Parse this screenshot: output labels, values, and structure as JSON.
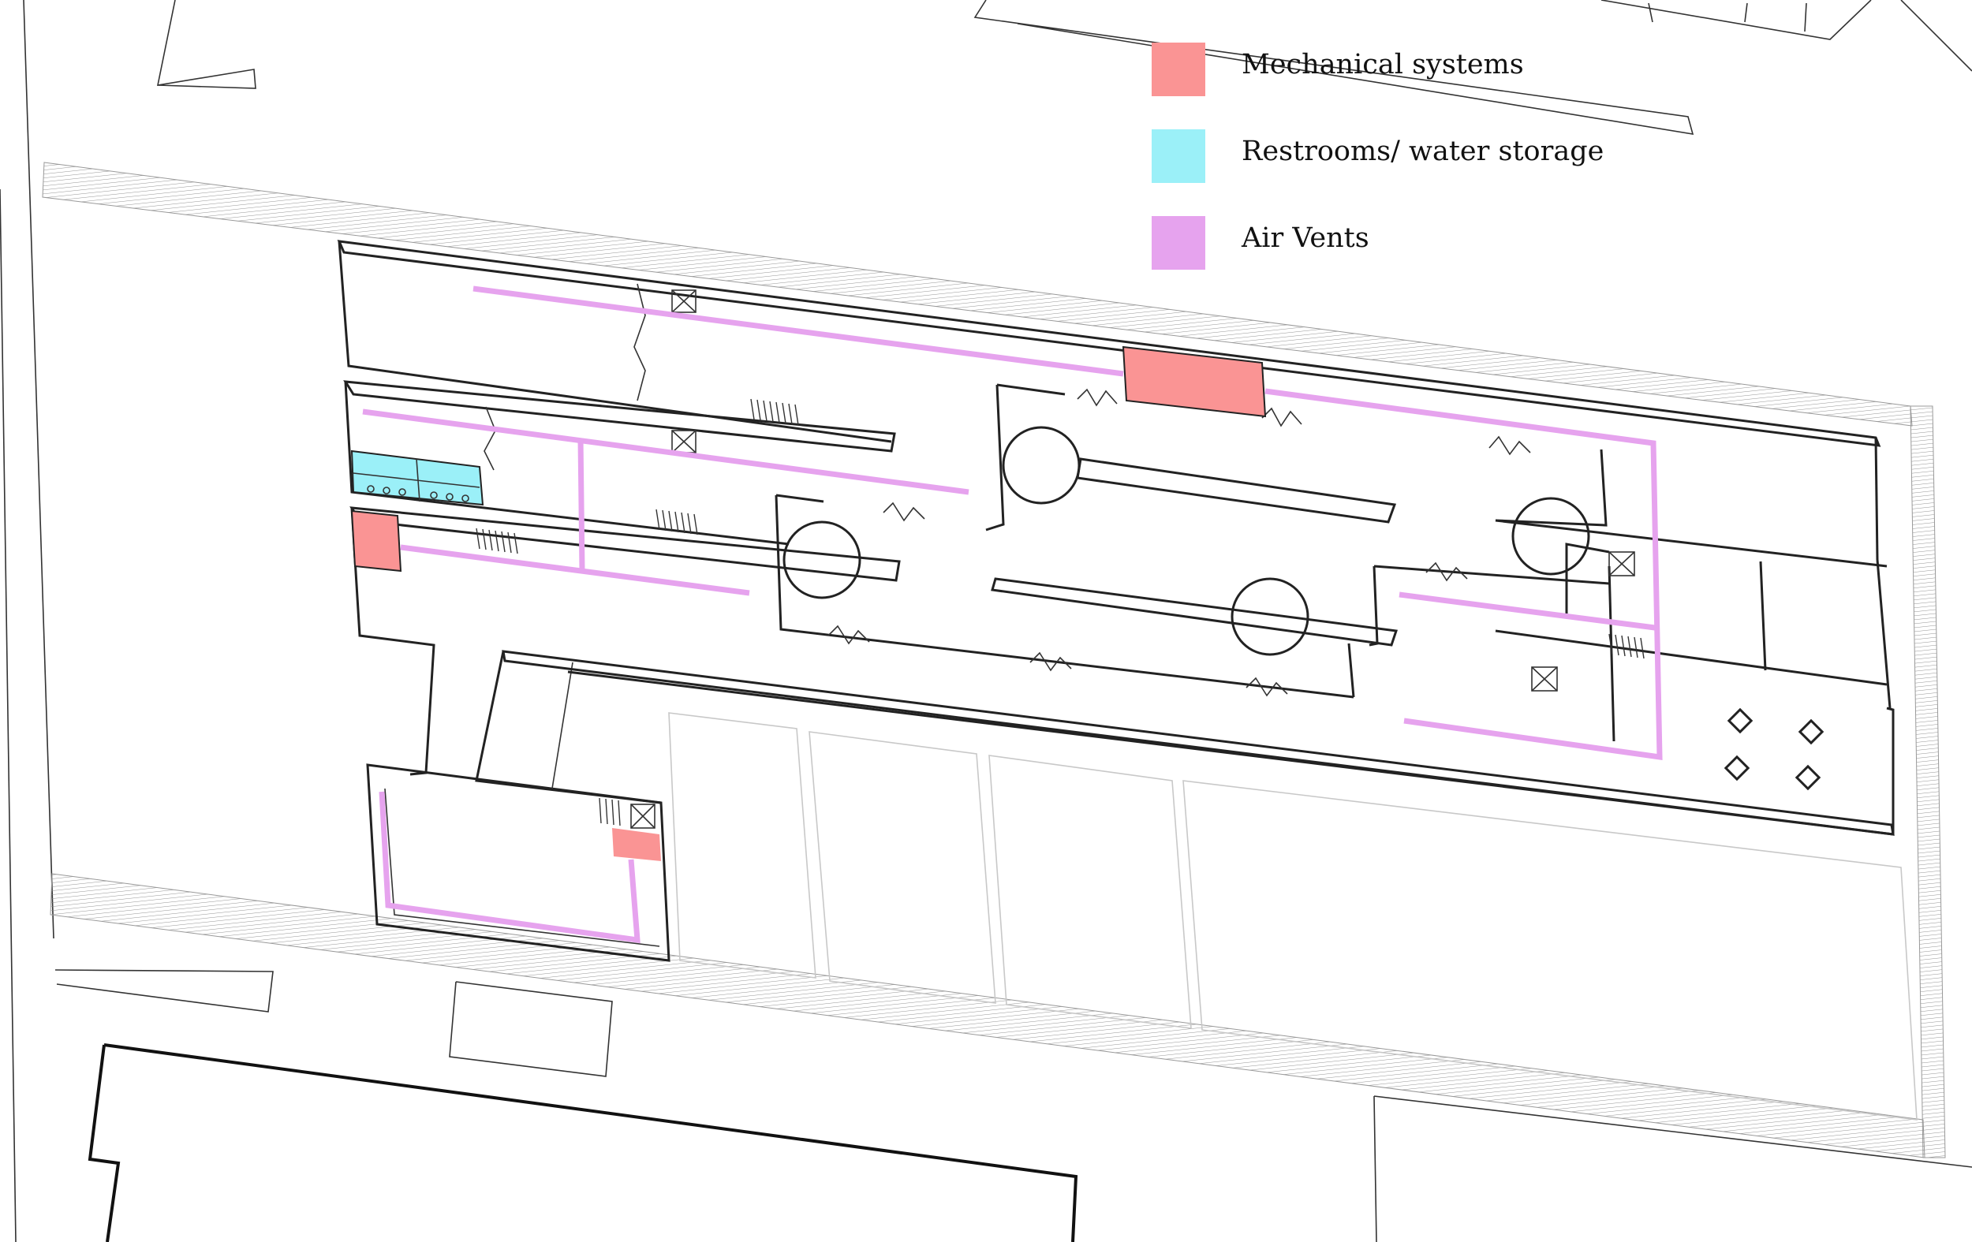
{
  "colors": {
    "mechanical": "#fa9494",
    "restrooms": "#9bf0f8",
    "vents": "#e6a3ee",
    "wall": "#222222",
    "background": "#ffffff"
  },
  "legend": [
    {
      "label": "Mechanical systems",
      "color": "#fa9494",
      "icon": "mechanical-swatch"
    },
    {
      "label": "Restrooms/ water storage",
      "color": "#9bf0f8",
      "icon": "restroom-swatch"
    },
    {
      "label": "Air Vents",
      "color": "#e6a3ee",
      "icon": "air-vent-swatch"
    }
  ]
}
